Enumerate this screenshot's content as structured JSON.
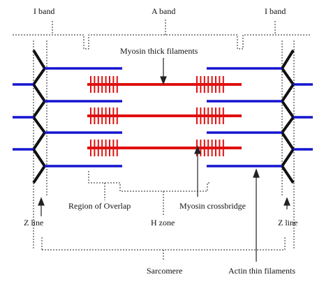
{
  "labels": {
    "i_band_left": "I band",
    "a_band": "A band",
    "i_band_right": "I band",
    "myosin_thick": "Myosin thick filaments",
    "region_overlap": "Region of Overlap",
    "h_zone": "H zone",
    "myosin_crossbridge": "Myosin crossbridge",
    "z_line_left": "Z line",
    "z_line_right": "Z line",
    "sarcomere": "Sarcomere",
    "actin_thin": "Actin thin filaments"
  },
  "colors": {
    "actin": "#1515d0",
    "myosin": "#e01010",
    "z_line": "#111111",
    "annotation": "#222222"
  }
}
